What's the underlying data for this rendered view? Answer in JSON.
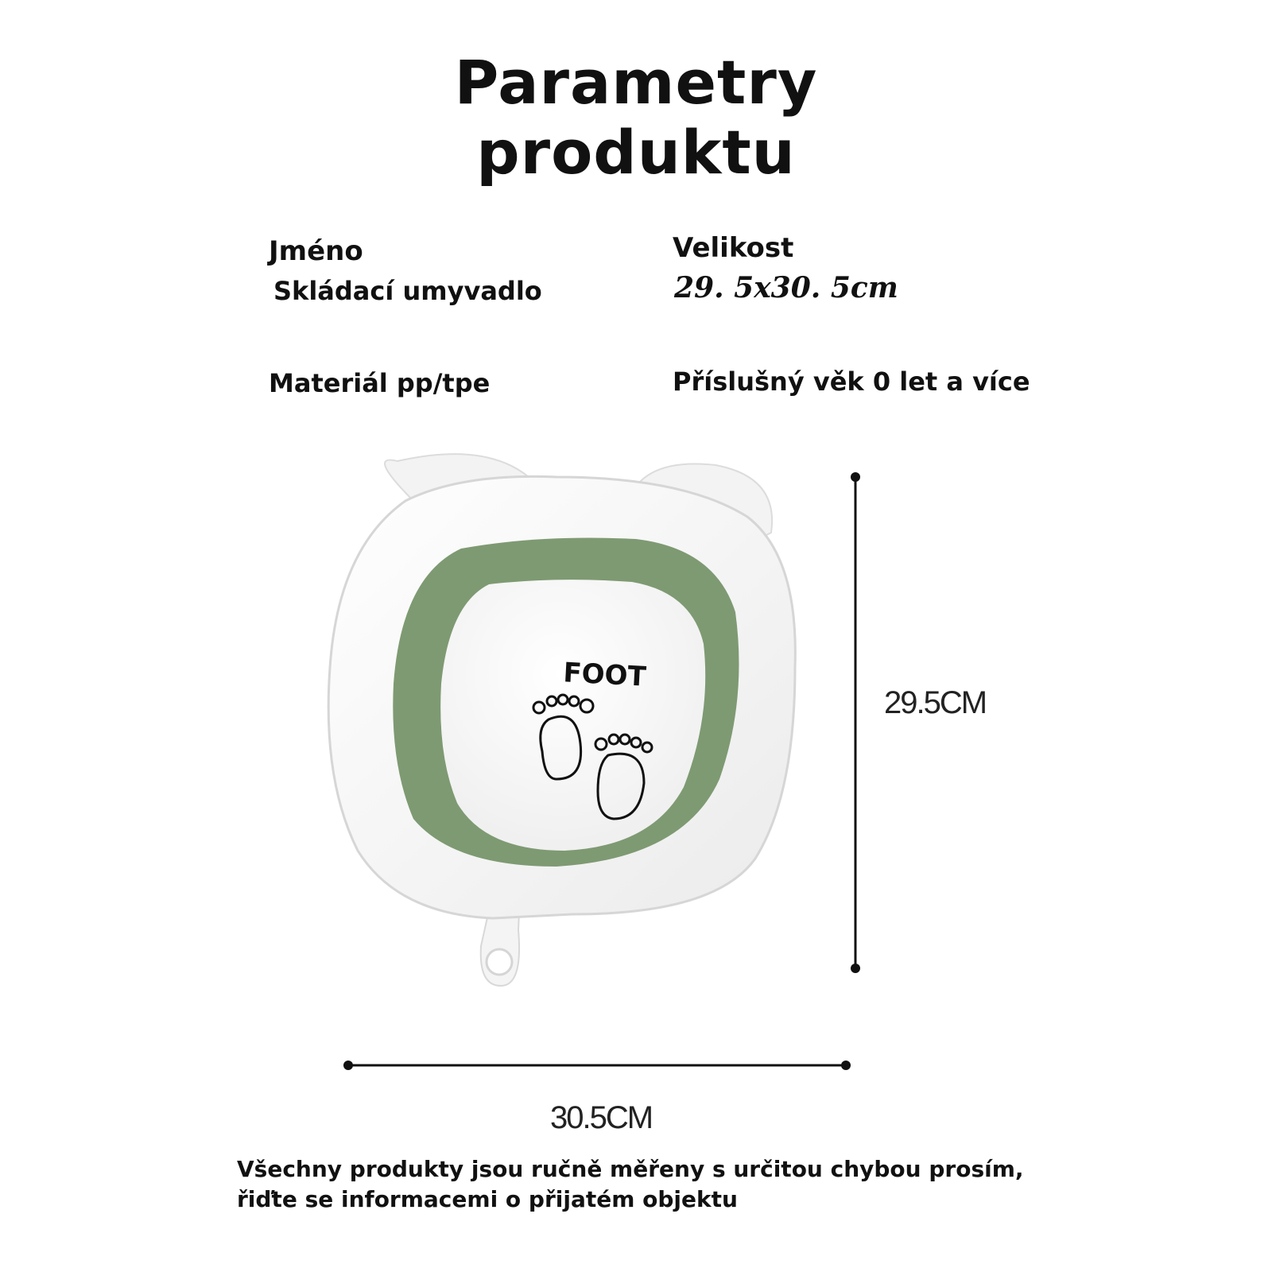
{
  "header": {
    "title_line1": "Parametry",
    "title_line2": "produktu"
  },
  "specs": {
    "name_label": "Jméno",
    "name_value": "Skládací umyvadlo",
    "size_label": "Velikost",
    "size_value": "29. 5x30. 5cm",
    "material": "Materiál pp/tpe",
    "age": "Příslušný věk 0 let a více"
  },
  "product": {
    "print_text": "FOOT"
  },
  "dimensions": {
    "height": "29.5CM",
    "width": "30.5CM"
  },
  "footer": {
    "note_line1": "Všechny produkty jsou ručně měřeny s určitou chybou prosím,",
    "note_line2": "řiďte se informacemi o přijatém objektu"
  },
  "colors": {
    "basin_green": "#7e9a72",
    "basin_white": "#ffffff",
    "text": "#111111"
  }
}
